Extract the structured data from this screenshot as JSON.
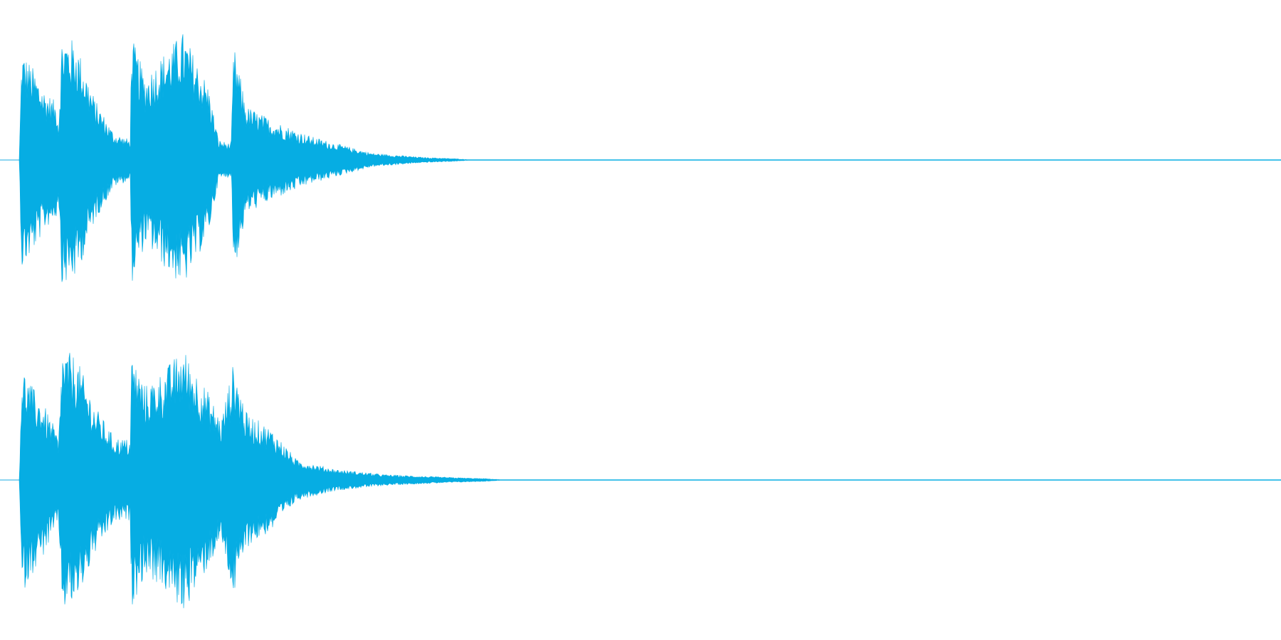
{
  "colors": {
    "background": "#ffffff",
    "waveform": "#06ade3",
    "baseline": "#1aa9e0"
  },
  "channels": [
    {
      "name": "",
      "envelope": [
        {
          "t": 0.0,
          "amp": 0.0
        },
        {
          "t": 0.002,
          "amp": 0.82
        },
        {
          "t": 0.01,
          "amp": 0.7
        },
        {
          "t": 0.02,
          "amp": 0.52
        },
        {
          "t": 0.03,
          "amp": 0.42
        },
        {
          "t": 0.031,
          "amp": 0.25
        },
        {
          "t": 0.034,
          "amp": 0.94
        },
        {
          "t": 0.045,
          "amp": 0.88
        },
        {
          "t": 0.06,
          "amp": 0.45
        },
        {
          "t": 0.075,
          "amp": 0.2
        },
        {
          "t": 0.088,
          "amp": 0.15
        },
        {
          "t": 0.089,
          "amp": 0.92
        },
        {
          "t": 0.1,
          "amp": 0.62
        },
        {
          "t": 0.115,
          "amp": 0.8
        },
        {
          "t": 0.13,
          "amp": 0.95
        },
        {
          "t": 0.15,
          "amp": 0.55
        },
        {
          "t": 0.158,
          "amp": 0.15
        },
        {
          "t": 0.168,
          "amp": 0.12
        },
        {
          "t": 0.17,
          "amp": 0.85
        },
        {
          "t": 0.18,
          "amp": 0.4
        },
        {
          "t": 0.2,
          "amp": 0.3
        },
        {
          "t": 0.23,
          "amp": 0.18
        },
        {
          "t": 0.26,
          "amp": 0.1
        },
        {
          "t": 0.28,
          "amp": 0.05
        },
        {
          "t": 0.32,
          "amp": 0.02
        },
        {
          "t": 0.345,
          "amp": 0.01
        },
        {
          "t": 0.36,
          "amp": 0.0
        },
        {
          "t": 1.0,
          "amp": 0.0
        }
      ]
    },
    {
      "name": "",
      "envelope": [
        {
          "t": 0.0,
          "amp": 0.0
        },
        {
          "t": 0.002,
          "amp": 0.85
        },
        {
          "t": 0.01,
          "amp": 0.7
        },
        {
          "t": 0.02,
          "amp": 0.55
        },
        {
          "t": 0.03,
          "amp": 0.35
        },
        {
          "t": 0.031,
          "amp": 0.25
        },
        {
          "t": 0.034,
          "amp": 0.97
        },
        {
          "t": 0.045,
          "amp": 0.92
        },
        {
          "t": 0.06,
          "amp": 0.55
        },
        {
          "t": 0.075,
          "amp": 0.32
        },
        {
          "t": 0.088,
          "amp": 0.3
        },
        {
          "t": 0.089,
          "amp": 0.94
        },
        {
          "t": 0.1,
          "amp": 0.7
        },
        {
          "t": 0.115,
          "amp": 0.82
        },
        {
          "t": 0.13,
          "amp": 0.98
        },
        {
          "t": 0.15,
          "amp": 0.65
        },
        {
          "t": 0.16,
          "amp": 0.45
        },
        {
          "t": 0.17,
          "amp": 0.88
        },
        {
          "t": 0.18,
          "amp": 0.5
        },
        {
          "t": 0.2,
          "amp": 0.38
        },
        {
          "t": 0.22,
          "amp": 0.15
        },
        {
          "t": 0.25,
          "amp": 0.08
        },
        {
          "t": 0.29,
          "amp": 0.04
        },
        {
          "t": 0.34,
          "amp": 0.02
        },
        {
          "t": 0.37,
          "amp": 0.01
        },
        {
          "t": 0.385,
          "amp": 0.0
        },
        {
          "t": 1.0,
          "amp": 0.0
        }
      ]
    }
  ]
}
